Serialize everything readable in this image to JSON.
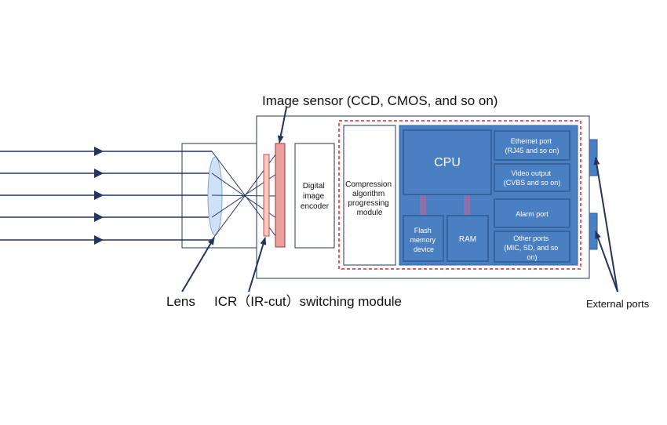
{
  "labels": {
    "image_sensor": "Image sensor (CCD, CMOS, and so on)",
    "lens": "Lens",
    "icr": "ICR（IR-cut）switching module",
    "external_ports": "External ports"
  },
  "modules": {
    "encoder": [
      "Digital",
      "image",
      "encoder"
    ],
    "compression": [
      "Compression",
      "algorithm",
      "progressing",
      "module"
    ],
    "cpu": "CPU",
    "flash": [
      "Flash",
      "memory",
      "device"
    ],
    "ram": "RAM",
    "ethernet": [
      "Ethernet port",
      "(RJ45 and so on)"
    ],
    "video": [
      "Video output",
      "(CVBS and so on)"
    ],
    "alarm": "Alarm port",
    "other": [
      "Other ports",
      "(MIC, SD, and so",
      "on)"
    ]
  },
  "colors": {
    "block_fill": "#4a7fc1",
    "block_stroke": "#3465a4",
    "dashed_border": "#e32020",
    "sensor": "#e9a09a",
    "icr": "#f7c9c4",
    "lens": "#cfe1f6",
    "connector": "#8e6fae",
    "line": "#23345f"
  }
}
